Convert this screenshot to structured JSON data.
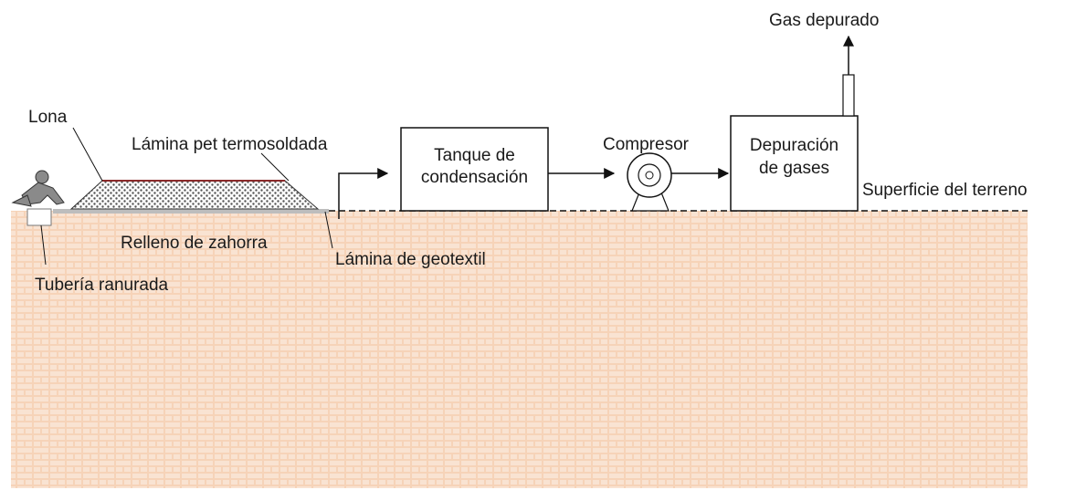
{
  "labels": {
    "gas_depurado": "Gas depurado",
    "lona": "Lona",
    "lamina_pet": "Lámina pet termosoldada",
    "tanque_line1": "Tanque de",
    "tanque_line2": "condensación",
    "compresor": "Compresor",
    "depuracion_line1": "Depuración",
    "depuracion_line2": "de gases",
    "superficie": "Superficie del terreno",
    "relleno": "Relleno de zahorra",
    "lamina_geotextil": "Lámina de geotextil",
    "tuberia": "Tubería ranurada"
  },
  "colors": {
    "soil_fill": "#f6d3b8",
    "soil_brick": "#f9e3d2",
    "gravel_dark": "#555555",
    "lona_edge": "#8a2a2a",
    "line": "#111111"
  },
  "icons": [
    "worker-figure-icon",
    "compressor-pump-icon"
  ]
}
